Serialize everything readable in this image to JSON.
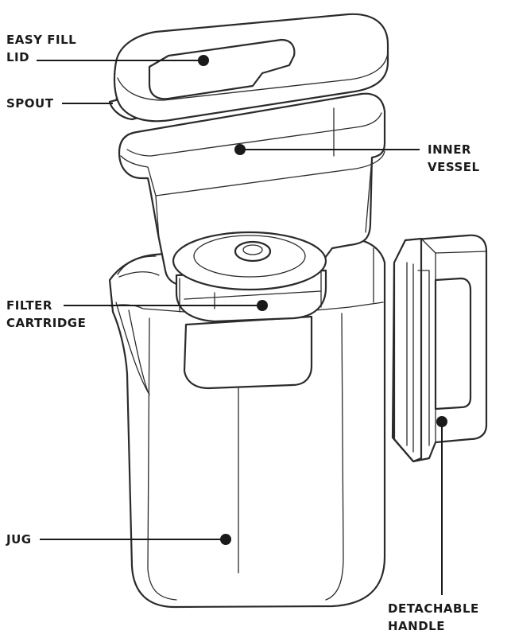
{
  "labels": {
    "lid": [
      "EASY FILL",
      "LID"
    ],
    "spout": [
      "SPOUT"
    ],
    "vessel": [
      "INNER",
      "VESSEL"
    ],
    "filter": [
      "FILTER",
      "CARTRIDGE"
    ],
    "jug": [
      "JUG"
    ],
    "handle": [
      "DETACHABLE",
      "HANDLE"
    ]
  },
  "colors": {
    "line": "#2b2b2b",
    "text": "#1a1a1a",
    "fill": "#ffffff"
  }
}
